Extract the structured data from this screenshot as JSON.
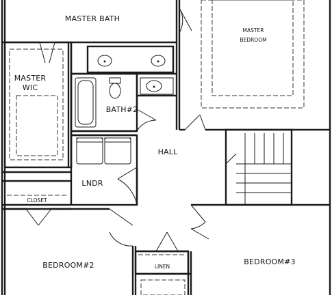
{
  "rooms": {
    "master_bath": "MASTER BATH",
    "master_bedroom_line1": "MASTER",
    "master_bedroom_line2": "BEDROOM",
    "master_wic_line1": "MASTER",
    "master_wic_line2": "WIC",
    "bath2": "BATH#2",
    "hall": "HALL",
    "laundry": "LNDR",
    "closet": "CLOSET",
    "linen": "LINEN",
    "bedroom2": "BEDROOM#2",
    "bedroom3": "BEDROOM#3"
  }
}
